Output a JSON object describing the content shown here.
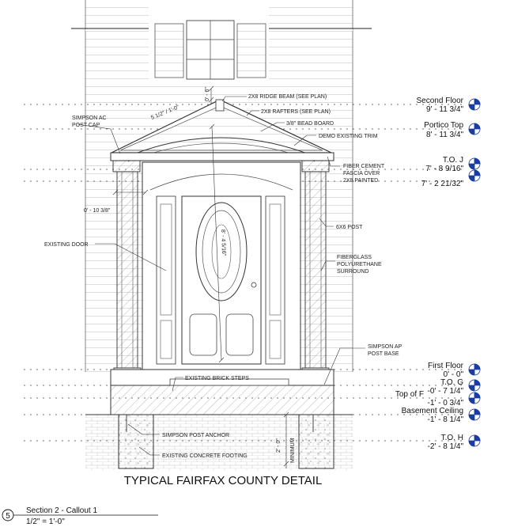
{
  "title": "TYPICAL FAIRFAX COUNTY DETAIL",
  "view": {
    "number": "5",
    "name": "Section 2 - Callout 1",
    "scale": "1/2\" = 1'-0\""
  },
  "levels": [
    {
      "name": "Second Floor",
      "elevation": "9' - 11 3/4\""
    },
    {
      "name": "Portico Top",
      "elevation": "8' - 11 3/4\""
    },
    {
      "name": "T.O. J",
      "elevation": "7' - 8 9/16\""
    },
    {
      "name": "",
      "elevation": "7' - 2 21/32\""
    },
    {
      "name": "First Floor",
      "elevation": "0' - 0\""
    },
    {
      "name": "T.O. G",
      "elevation": "-0' - 7 1/4\""
    },
    {
      "name": "Top of F",
      "elevation": "-1' - 0 3/4\""
    },
    {
      "name": "Basement Ceiling",
      "elevation": "-1' - 8 1/4\""
    },
    {
      "name": "T.O. H",
      "elevation": "-2' - 8 1/4\""
    }
  ],
  "callouts": {
    "ridge_beam": "2X8 RIDGE BEAM (SEE PLAN)",
    "rafters": "2X8 RAFTERS (SEE PLAN)",
    "bead_board": "3/8\" BEAD BOARD",
    "demo_trim": "DEMO EXISTING TRIM",
    "post_cap_1": "SIMPSON AC",
    "post_cap_2": "POST CAP",
    "fascia_1": "FIBER CEMENT",
    "fascia_2": "FASCIA OVER",
    "fascia_3": "2X8 PAINTED",
    "post": "6X6 POST",
    "door": "EXISTING DOOR",
    "surround_1": "FIBERGLASS",
    "surround_2": "POLYURETHANE",
    "surround_3": "SURROUND",
    "post_base_1": "SIMPSON AP",
    "post_base_2": "POST BASE",
    "steps": "EXISTING BRICK STEPS",
    "anchor": "SIMPSON POST ANCHOR",
    "footing": "EXISTING CONCRETE FOOTING"
  },
  "dimensions": {
    "ridge_height": "0' - 6\"",
    "pitch": "5 1/2\" / 1'-0\"",
    "post_offset": "0' - 10 3/8\"",
    "door_height": "8' - 4 5/16\"",
    "footing_depth": "2' - 0\"",
    "minimum": "MINIMUM"
  }
}
